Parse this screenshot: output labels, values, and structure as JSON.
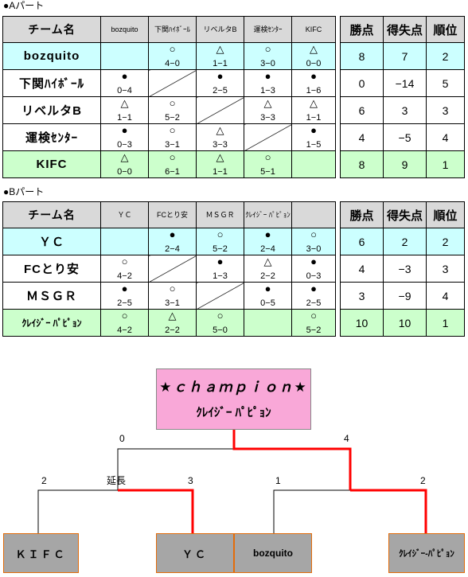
{
  "sectionA": {
    "caption": "●Aパート",
    "header": {
      "team": "チーム名",
      "opponents": [
        "bozquito",
        "下関ﾊｲﾎﾞｰﾙ",
        "リベルタB",
        "運検ｾﾝﾀｰ",
        "KIFC"
      ],
      "stats": [
        "勝点",
        "得失点",
        "順位"
      ]
    },
    "rows": [
      {
        "name": "bozquito",
        "cells": [
          null,
          {
            "s": "○",
            "r": "4−0"
          },
          {
            "s": "△",
            "r": "1−1"
          },
          {
            "s": "○",
            "r": "3−0"
          },
          {
            "s": "△",
            "r": "0−0"
          }
        ],
        "points": "8",
        "diff": "7",
        "rank": "2"
      },
      {
        "name": "下関ﾊｲﾎﾞｰﾙ",
        "cells": [
          {
            "s": "●",
            "r": "0−4"
          },
          null,
          {
            "s": "●",
            "r": "2−5"
          },
          {
            "s": "●",
            "r": "1−3"
          },
          {
            "s": "●",
            "r": "1−6"
          }
        ],
        "points": "0",
        "diff": "−14",
        "rank": "5"
      },
      {
        "name": "リベルタB",
        "cells": [
          {
            "s": "△",
            "r": "1−1"
          },
          {
            "s": "○",
            "r": "5−2"
          },
          null,
          {
            "s": "△",
            "r": "3−3"
          },
          {
            "s": "△",
            "r": "1−1"
          }
        ],
        "points": "6",
        "diff": "3",
        "rank": "3"
      },
      {
        "name": "運検ｾﾝﾀｰ",
        "cells": [
          {
            "s": "●",
            "r": "0−3"
          },
          {
            "s": "○",
            "r": "3−1"
          },
          {
            "s": "△",
            "r": "3−3"
          },
          null,
          {
            "s": "●",
            "r": "1−5"
          }
        ],
        "points": "4",
        "diff": "−5",
        "rank": "4"
      },
      {
        "name": "KIFC",
        "cells": [
          {
            "s": "△",
            "r": "0−0"
          },
          {
            "s": "○",
            "r": "6−1"
          },
          {
            "s": "△",
            "r": "1−1"
          },
          {
            "s": "○",
            "r": "5−1"
          },
          null
        ],
        "points": "8",
        "diff": "9",
        "rank": "1"
      }
    ]
  },
  "sectionB": {
    "caption": "●Bパート",
    "header": {
      "team": "チーム名",
      "opponents": [
        "ＹＣ",
        "FCとり安",
        "ＭＳＧＲ",
        "ｸﾚｲｼﾞｰ ﾊﾟﾋﾟｮﾝ",
        ""
      ],
      "stats": [
        "勝点",
        "得失点",
        "順位"
      ]
    },
    "rows": [
      {
        "name": "ＹＣ",
        "cells": [
          null,
          {
            "s": "●",
            "r": "2−4"
          },
          {
            "s": "○",
            "r": "5−2"
          },
          {
            "s": "●",
            "r": "2−4"
          },
          {
            "s": "○",
            "r": "3−0"
          }
        ],
        "points": "6",
        "diff": "2",
        "rank": "2"
      },
      {
        "name": "FCとり安",
        "cells": [
          {
            "s": "○",
            "r": "4−2"
          },
          null,
          {
            "s": "●",
            "r": "1−3"
          },
          {
            "s": "△",
            "r": "2−2"
          },
          {
            "s": "●",
            "r": "0−3"
          }
        ],
        "points": "4",
        "diff": "−3",
        "rank": "3"
      },
      {
        "name": "ＭＳＧＲ",
        "cells": [
          {
            "s": "●",
            "r": "2−5"
          },
          {
            "s": "○",
            "r": "3−1"
          },
          null,
          {
            "s": "●",
            "r": "0−5"
          },
          {
            "s": "●",
            "r": "2−5"
          }
        ],
        "points": "3",
        "diff": "−9",
        "rank": "4"
      },
      {
        "name": "ｸﾚｲｼﾞｰ ﾊﾟﾋﾟｮﾝ",
        "cells": [
          {
            "s": "○",
            "r": "4−2"
          },
          {
            "s": "△",
            "r": "2−2"
          },
          {
            "s": "○",
            "r": "5−0"
          },
          null,
          {
            "s": "○",
            "r": "5−2"
          }
        ],
        "points": "10",
        "diff": "10",
        "rank": "1"
      }
    ]
  },
  "bracket": {
    "champion_title": "★ｃｈａｍｐｉｏｎ★",
    "champion_team": "ｸﾚｲｼﾞｰ ﾊﾟﾋﾟｮﾝ",
    "final_left_score": "0",
    "final_right_score": "4",
    "semi1_left_score": "2",
    "semi1_note": "延長",
    "semi1_right_score": "3",
    "semi2_left_score": "1",
    "semi2_right_score": "2",
    "teams": [
      "ＫＩＦＣ",
      "ＹＣ",
      "bozquito",
      "ｸﾚｲｼﾞｰ-ﾊﾟﾋﾟｮﾝ"
    ],
    "colors": {
      "winner_line": "#ff0000",
      "champion_bg": "#f9a8d8",
      "team_box": "#a6a6a6",
      "team_border": "#e36c0a"
    }
  }
}
